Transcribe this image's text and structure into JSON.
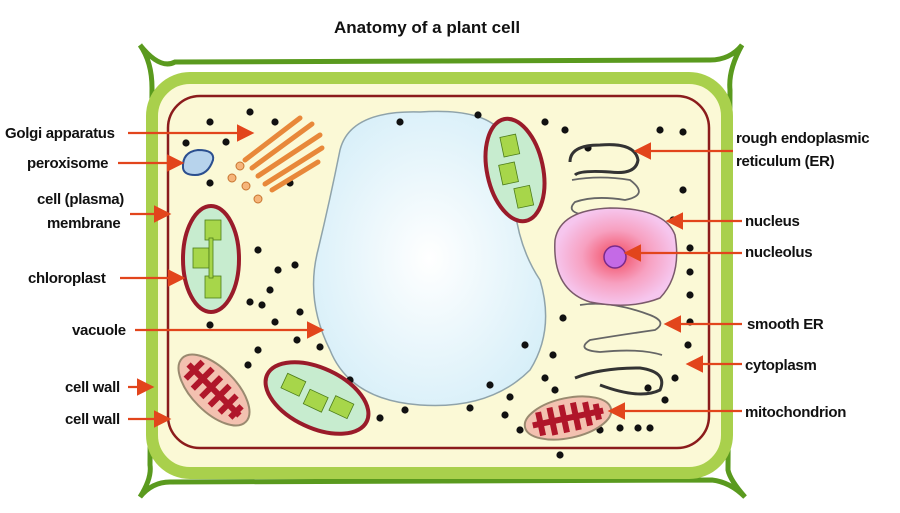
{
  "title": "Anatomy of a plant cell",
  "labels": {
    "golgi": "Golgi apparatus",
    "peroxisome": "peroxisome",
    "membrane_1": "cell (plasma)",
    "membrane_2": "membrane",
    "chloroplast": "chloroplast",
    "vacuole": "vacuole",
    "cell_wall_1": "cell wall",
    "cell_wall_2": "cell wall",
    "rough_er_1": "rough endoplasmic",
    "rough_er_2": "reticulum (ER)",
    "nucleus": "nucleus",
    "nucleolus": "nucleolus",
    "smooth_er": "smooth ER",
    "cytoplasm": "cytoplasm",
    "mitochondrion": "mitochondrion"
  },
  "colors": {
    "cell_wall": "#5a9a1e",
    "cell_wall_inner": "#a9d04c",
    "membrane": "#8b1c1c",
    "cytoplasm": "#fbf9d6",
    "vacuole": "#e4f5fb",
    "arrow": "#e2451c"
  }
}
